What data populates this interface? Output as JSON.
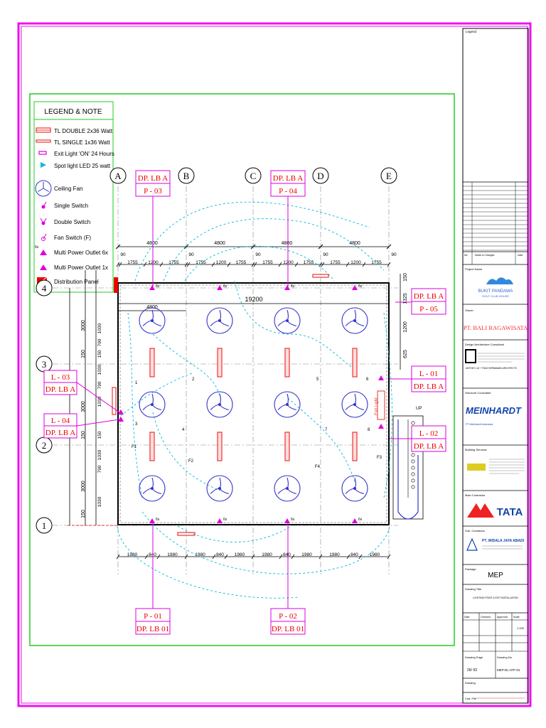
{
  "legend": {
    "title": "LEGEND & NOTE",
    "items": [
      {
        "label": "TL DOUBLE 2x36 Watt",
        "icon": "tl-double-icon"
      },
      {
        "label": "TL SINGLE 1x36 Watt",
        "icon": "tl-single-icon"
      },
      {
        "label": "Exit Light 'ON' 24 Hours",
        "icon": "exit-light-icon"
      },
      {
        "label": "Spot light LED 25 watt",
        "icon": "spot-light-icon"
      },
      {
        "label": "Ceiling Fan",
        "icon": "ceiling-fan-icon"
      },
      {
        "label": "Single Switch",
        "icon": "single-switch-icon"
      },
      {
        "label": "Double Switch",
        "icon": "double-switch-icon"
      },
      {
        "label": "Fan Switch (F)",
        "icon": "fan-switch-icon"
      },
      {
        "label": "Multi Power Outlet 6x",
        "icon": "outlet-6x-icon"
      },
      {
        "label": "Multi Power Outlet 1x",
        "icon": "outlet-1x-icon"
      },
      {
        "label": "Distribution Panel",
        "icon": "distribution-panel-icon"
      }
    ],
    "outlet_6x_tag": "6x"
  },
  "grid": {
    "columns": [
      "A",
      "B",
      "C",
      "D",
      "E"
    ],
    "rows": [
      "1",
      "2",
      "3",
      "4"
    ]
  },
  "dims": {
    "top_spans": [
      "4800",
      "4800",
      "4800",
      "4800"
    ],
    "top_sub": [
      "90",
      "1755",
      "1200",
      "1755",
      "90",
      "1755",
      "1200",
      "1755",
      "90",
      "1755",
      "1200",
      "1755",
      "90",
      "1755",
      "1200",
      "1755",
      "90"
    ],
    "overall": "19200",
    "first_bay": "4800",
    "bottom_sub": [
      "1980",
      "840",
      "1980",
      "1980",
      "840",
      "1980",
      "1980",
      "840",
      "1980",
      "1980",
      "840",
      "1980"
    ],
    "left_vertical": [
      "3000",
      "3000",
      "3000",
      "150",
      "150",
      "150"
    ],
    "left_small": [
      "1030",
      "790",
      "150",
      "1030",
      "790",
      "1030",
      "150",
      "1030",
      "790",
      "1030"
    ],
    "right_vertical": [
      "150",
      "1325",
      "1200",
      "625"
    ]
  },
  "circuit_tags": {
    "top": [
      {
        "panel": "DP. LB A",
        "circuit": "P - 03"
      },
      {
        "panel": "DP. LB A",
        "circuit": "P - 04"
      }
    ],
    "right": [
      {
        "panel": "DP. LB A",
        "circuit": "P - 05"
      },
      {
        "panel": "DP. LB A",
        "circuit": "L - 01"
      },
      {
        "panel": "DP. LB A",
        "circuit": "L - 02"
      }
    ],
    "left": [
      {
        "panel": "DP. LB A",
        "circuit": "L - 03"
      },
      {
        "panel": "DP. LB A",
        "circuit": "L - 04"
      }
    ],
    "bottom": [
      {
        "panel": "DP. LB 01",
        "circuit": "P - 01"
      },
      {
        "panel": "DP. LB 01",
        "circuit": "P - 02"
      }
    ]
  },
  "plan_labels": {
    "light_numbers": [
      "1",
      "2",
      "3",
      "4",
      "5",
      "6",
      "7",
      "8"
    ],
    "fan_labels": [
      "F1",
      "F2",
      "F3",
      "F4"
    ],
    "exit_label": "Exit Light",
    "up_label": "UP"
  },
  "title_block": {
    "legend_header": "Legend",
    "revision_header": [
      "No.",
      "Notes & Changes",
      "Date"
    ],
    "project_name_label": "Project Name",
    "project_logo_text": "BUKIT PANDAWA",
    "project_logo_sub": "GOLF CLUB HOUSE",
    "owner_label": "Owner",
    "owner_name": "PT.   BALI RAGAWISATA",
    "architect_label": "Design Architecture Consultant",
    "architect_firm": "ANTONY LIU + TSAO HERMAWAN ARCHITECTS",
    "structure_label": "Structure Consultant",
    "structure_firm": "MEINHARDT",
    "structure_sub": "PT Meinhardt Indonesia",
    "building_service_label": "Building Services",
    "main_contractor_label": "Main Contractor",
    "main_contractor_name": "TATA",
    "sub_contractor_label": "Sub. Contractor",
    "sub_contractor_name": "PT. WIDALA JAYA ABADI",
    "package_label": "Package",
    "package_value": "MEP",
    "drawing_title_label": "Drawing Title",
    "drawing_title_value": "LIGHTING POINT & EXIT INSTALLATION",
    "row_labels": [
      "Date",
      "Checked",
      "Approved",
      "Scale"
    ],
    "scale_value": "1:100",
    "drawing_page_label": "Drawing Page",
    "drawing_page_value": "26/ 93",
    "drawing_no_label": "Drawing No.",
    "drawing_no_value": "MEP-EL-07F-01",
    "drawing_label": "Drawing",
    "cad_file_label": "Cad. File"
  },
  "colors": {
    "border": "#ee11ee",
    "frame": "#22cc22",
    "tag_red": "#ee0000",
    "magenta": "#dd00dd",
    "wire": "#00bbdd",
    "fan": "#3333cc",
    "light": "#ee3333"
  }
}
